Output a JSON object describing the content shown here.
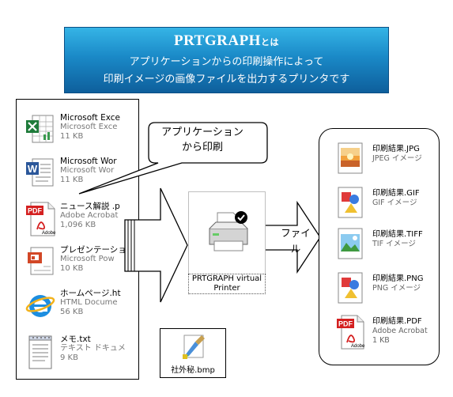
{
  "banner": {
    "title": "PRTGRAPH",
    "title_suffix": "とは",
    "line1": "アプリケーションからの印刷操作によって",
    "line2": "印刷イメージの画像ファイルを出力するプリンタです"
  },
  "source_files": [
    {
      "name": "Microsoft Exce",
      "type": "Microsoft Exce",
      "size": "11 KB",
      "icon": "excel-icon"
    },
    {
      "name": "Microsoft Wor",
      "type": "Microsoft Wor",
      "size": "11 KB",
      "icon": "word-icon"
    },
    {
      "name": "ニュース解説 .p",
      "type": "Adobe Acrobat",
      "size": "1,096 KB",
      "icon": "pdf-icon"
    },
    {
      "name": "プレゼンテーショ",
      "type": "Microsoft Pow",
      "size": "10 KB",
      "icon": "powerpoint-icon"
    },
    {
      "name": "ホームページ.ht",
      "type": "HTML Docume",
      "size": "56 KB",
      "icon": "ie-icon"
    },
    {
      "name": "メモ.txt",
      "type": "テキスト ドキュメ",
      "size": "9 KB",
      "icon": "notepad-icon"
    }
  ],
  "callout": {
    "line1": "アプリケーション",
    "line2": "から印刷"
  },
  "printer": {
    "label_line1": "PRTGRAPH virtual",
    "label_line2": "Printer"
  },
  "arrow_label": {
    "line1": "ファイ",
    "line2": "ル"
  },
  "output_files": [
    {
      "name": "印刷結果.JPG",
      "type": "JPEG イメージ",
      "size": "",
      "icon": "jpeg-image-icon"
    },
    {
      "name": "印刷結果.GIF",
      "type": "GIF イメージ",
      "size": "",
      "icon": "gif-image-icon"
    },
    {
      "name": "印刷結果.TIFF",
      "type": "TIF イメージ",
      "size": "",
      "icon": "tiff-image-icon"
    },
    {
      "name": "印刷結果.PNG",
      "type": "PNG イメージ",
      "size": "",
      "icon": "png-image-icon"
    },
    {
      "name": "印刷結果.PDF",
      "type": "Adobe Acrobat",
      "size": "1 KB",
      "icon": "pdf-icon"
    }
  ],
  "secret_file": {
    "name": "社外秘.bmp",
    "icon": "paint-brush-icon"
  },
  "colors": {
    "banner_top": "#35b4e6",
    "banner_bottom": "#0e5f9c",
    "pdf_red": "#d42020",
    "excel_green": "#1e7b3a",
    "word_blue": "#2b579a"
  }
}
